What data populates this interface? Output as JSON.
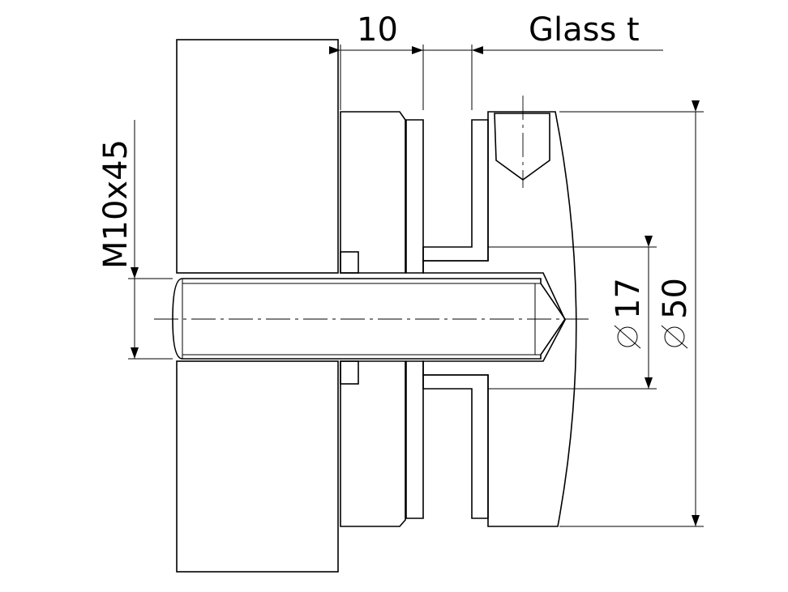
{
  "dimensions": {
    "gap": "10",
    "glass": "Glass t",
    "screw": "M10x45",
    "bore": "17",
    "outer": "50"
  },
  "symbols": {
    "diameter": "diameter-symbol"
  }
}
